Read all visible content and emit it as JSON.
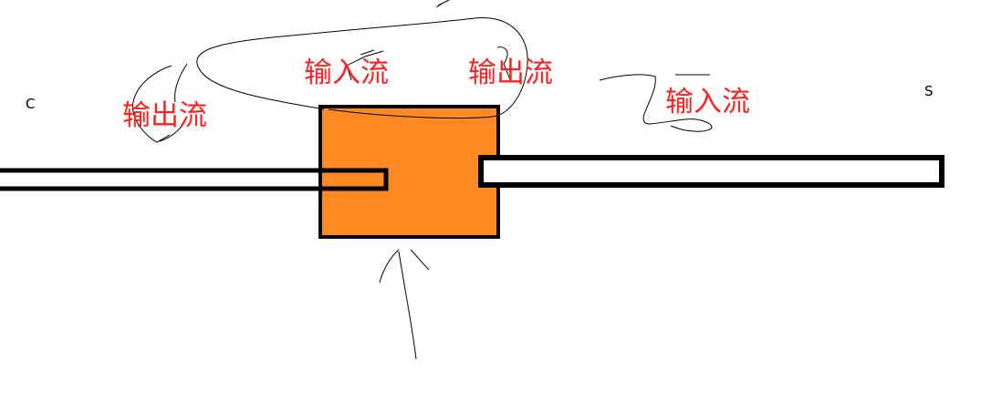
{
  "colors": {
    "label_text": "#ff2020",
    "box_fill": "#ff8a24",
    "stroke": "#000000",
    "background": "#ffffff"
  },
  "endpoints": {
    "client": "C",
    "server": "S"
  },
  "streams": {
    "left_output": "输出流",
    "top_input": "输入流",
    "top_output": "输出流",
    "right_input": "输入流"
  }
}
